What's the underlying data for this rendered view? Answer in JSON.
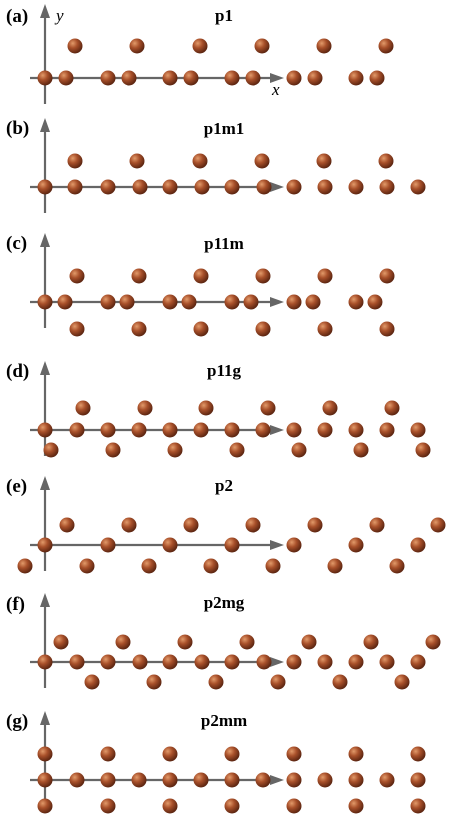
{
  "panels": [
    {
      "label": "(a)",
      "title": "p1",
      "axis_labels": {
        "x": "x",
        "y": "y"
      }
    },
    {
      "label": "(b)",
      "title": "p1m1"
    },
    {
      "label": "(c)",
      "title": "p11m"
    },
    {
      "label": "(d)",
      "title": "p11g"
    },
    {
      "label": "(e)",
      "title": "p2"
    },
    {
      "label": "(f)",
      "title": "p2mg"
    },
    {
      "label": "(g)",
      "title": "p2mm"
    }
  ],
  "colors": {
    "atom": "#8a3a1a",
    "atom_highlight": "#e29a6a",
    "axis": "#666666",
    "background": "#ffffff"
  }
}
